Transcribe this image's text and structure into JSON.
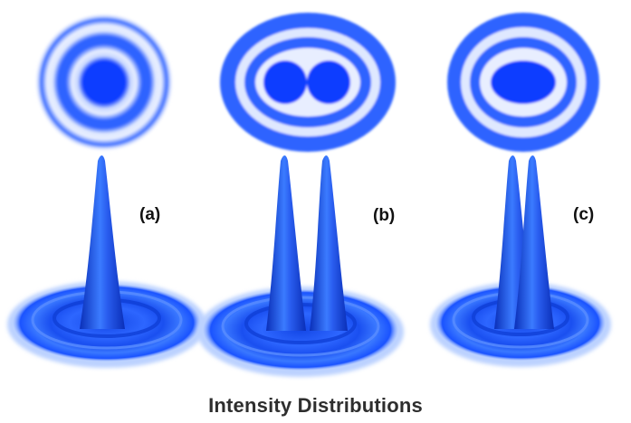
{
  "panels": [
    {
      "label": "(a)",
      "sources": 1
    },
    {
      "label": "(b)",
      "sources": 2
    },
    {
      "label": "(c)",
      "sources": 2
    }
  ],
  "caption": "Intensity Distributions",
  "colors": {
    "ring_blue": "#1a53ff",
    "peak_dark": "#0a2fb8",
    "peak_light": "#3b7bff",
    "base_glow": "#bcd2ff"
  }
}
